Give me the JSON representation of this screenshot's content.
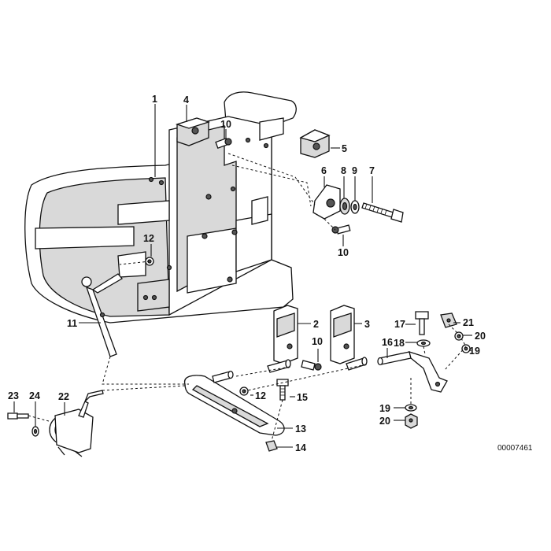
{
  "diagram": {
    "document_number": "00007461",
    "callouts": [
      {
        "id": "c1",
        "label": "1"
      },
      {
        "id": "c4",
        "label": "4"
      },
      {
        "id": "c10a",
        "label": "10"
      },
      {
        "id": "c5",
        "label": "5"
      },
      {
        "id": "c6",
        "label": "6"
      },
      {
        "id": "c8",
        "label": "8"
      },
      {
        "id": "c9",
        "label": "9"
      },
      {
        "id": "c7",
        "label": "7"
      },
      {
        "id": "c10b",
        "label": "10"
      },
      {
        "id": "c12a",
        "label": "12"
      },
      {
        "id": "c11",
        "label": "11"
      },
      {
        "id": "c2",
        "label": "2"
      },
      {
        "id": "c3",
        "label": "3"
      },
      {
        "id": "c10c",
        "label": "10"
      },
      {
        "id": "c17",
        "label": "17"
      },
      {
        "id": "c21",
        "label": "21"
      },
      {
        "id": "c18",
        "label": "18"
      },
      {
        "id": "c16",
        "label": "16"
      },
      {
        "id": "c20a",
        "label": "20"
      },
      {
        "id": "c19a",
        "label": "19"
      },
      {
        "id": "c12b",
        "label": "12"
      },
      {
        "id": "c15",
        "label": "15"
      },
      {
        "id": "c23",
        "label": "23"
      },
      {
        "id": "c24",
        "label": "24"
      },
      {
        "id": "c22",
        "label": "22"
      },
      {
        "id": "c19b",
        "label": "19"
      },
      {
        "id": "c20b",
        "label": "20"
      },
      {
        "id": "c13",
        "label": "13"
      },
      {
        "id": "c14",
        "label": "14"
      }
    ]
  }
}
